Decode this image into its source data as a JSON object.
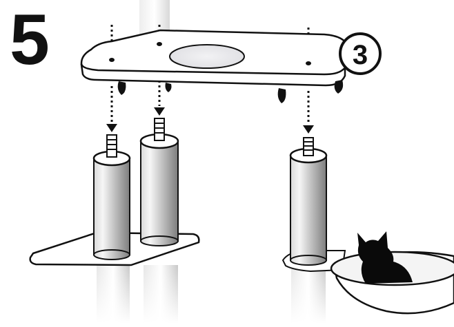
{
  "step": {
    "number": "5"
  },
  "callout": {
    "part_number": "3"
  },
  "colors": {
    "ink": "#111111",
    "accent_oval": "#e8e8ea",
    "post_light": "#f2f2f2",
    "post_dark": "#8c8c8c",
    "bowl": "#ffffff",
    "cat": "#0a0a0a"
  },
  "icons": [
    "cat-silhouette",
    "down-arrow",
    "screw",
    "post",
    "platform",
    "bowl-bed"
  ]
}
